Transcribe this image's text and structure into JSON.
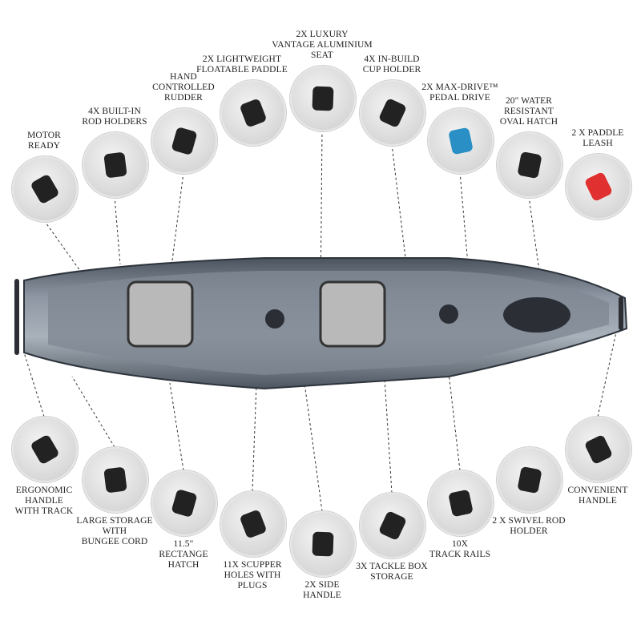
{
  "top_features": [
    {
      "label": "MOTOR\nREADY",
      "icon": "motor-mount-icon"
    },
    {
      "label": "4X BUILT-IN\nROD HOLDERS",
      "icon": "rod-holder-icon"
    },
    {
      "label": "HAND\nCONTROLLED\nRUDDER",
      "icon": "rudder-icon"
    },
    {
      "label": "2X LIGHTWEIGHT\nFLOATABLE PADDLE",
      "icon": "paddle-icon"
    },
    {
      "label": "2X LUXURY\nVANTAGE ALUMINIUM\nSEAT",
      "icon": "seat-icon"
    },
    {
      "label": "4X IN-BUILD\nCUP HOLDER",
      "icon": "cup-holder-icon"
    },
    {
      "label": "2X MAX-DRIVE™\nPEDAL DRIVE",
      "icon": "pedal-drive-icon"
    },
    {
      "label": "20\" WATER\nRESISTANT\nOVAL HATCH",
      "icon": "oval-hatch-icon"
    },
    {
      "label": "2 X PADDLE\nLEASH",
      "icon": "paddle-leash-icon"
    }
  ],
  "bottom_features": [
    {
      "label": "ERGONOMIC\nHANDLE\nWITH TRACK",
      "icon": "handle-icon"
    },
    {
      "label": "LARGE STORAGE\nWITH\nBUNGEE CORD",
      "icon": "storage-icon"
    },
    {
      "label": "11.5\"\nRECTANGE\nHATCH",
      "icon": "rectangle-hatch-icon"
    },
    {
      "label": "11X SCUPPER\nHOLES WITH\nPLUGS",
      "icon": "scupper-plug-icon"
    },
    {
      "label": "2X SIDE\nHANDLE",
      "icon": "side-handle-icon"
    },
    {
      "label": "3X TACKLE BOX\nSTORAGE",
      "icon": "tackle-box-icon"
    },
    {
      "label": "10X\nTRACK RAILS",
      "icon": "track-rail-icon"
    },
    {
      "label": "2 X SWIVEL ROD\nHOLDER",
      "icon": "swivel-rod-holder-icon"
    },
    {
      "label": "CONVENIENT\nHANDLE",
      "icon": "carry-handle-icon"
    }
  ],
  "colors": {
    "hull": "#6b7480",
    "hull_dark": "#3a414b",
    "seat": "#b9b9b9",
    "leash": "#e0302f",
    "accent": "#2a8fc4"
  }
}
